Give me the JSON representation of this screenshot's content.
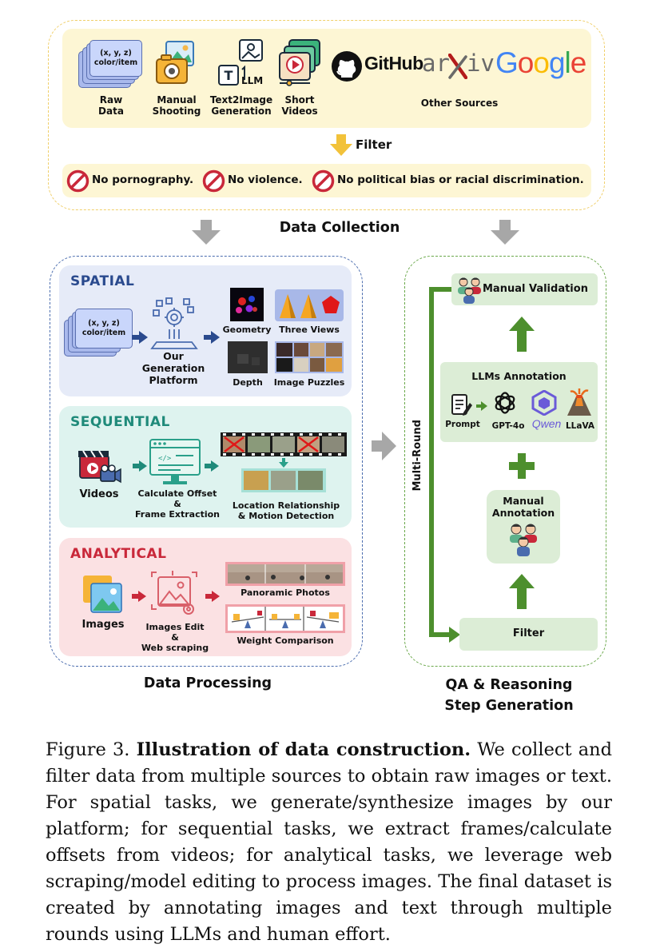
{
  "collection": {
    "sources": [
      {
        "label": "Raw\nData",
        "icon": "stacked-cards-icon"
      },
      {
        "label": "Manual\nShooting",
        "icon": "camera-icon"
      },
      {
        "label": "Text2Image\nGeneration",
        "icon": "text2image-icon"
      },
      {
        "label": "Short\nVideos",
        "icon": "video-icon"
      }
    ],
    "card_text": "(x, y, z)\ncolor/item",
    "other_sources": {
      "github": "GitHub",
      "arxiv_left": "ar",
      "arxiv_right": "iv",
      "google": "Google",
      "label": "Other Sources"
    },
    "llm_tag": "LLM",
    "filter_label": "Filter",
    "rules": [
      "No pornography.",
      "No violence.",
      "No political bias or racial discrimination."
    ],
    "section_label": "Data Collection"
  },
  "processing": {
    "label": "Data Processing",
    "spatial": {
      "title": "SPATIAL",
      "card_text": "(x, y, z)\ncolor/item",
      "platform": "Our\nGeneration\nPlatform",
      "outputs": [
        "Geometry",
        "Three Views",
        "Depth",
        "Image Puzzles"
      ]
    },
    "sequential": {
      "title": "SEQUENTIAL",
      "input": "Videos",
      "step": "Calculate Offset\n&\nFrame Extraction",
      "output": "Location Relationship\n& Motion Detection"
    },
    "analytical": {
      "title": "ANALYTICAL",
      "input": "Images",
      "step": "Images Edit\n&\nWeb scraping",
      "outputs": [
        "Panoramic Photos",
        "Weight Comparison"
      ]
    }
  },
  "qa": {
    "label": "QA & Reasoning\nStep Generation",
    "multi_round": "Multi-Round",
    "manual_validation": "Manual Validation",
    "llms_annotation": "LLMs Annotation",
    "models": [
      "Prompt",
      "GPT-4o",
      "Qwen",
      "LLaVA"
    ],
    "manual_annotation": "Manual\nAnnotation",
    "filter": "Filter"
  },
  "caption": {
    "prefix": "Figure 3.",
    "bold": "Illustration of data construction.",
    "text": "We collect and filter data from multiple sources to obtain raw images or text. For spatial tasks, we generate/synthesize images by our platform; for sequential tasks, we extract frames/calculate offsets from videos; for analytical tasks, we leverage web scraping/model editing to process images. The final dataset is created by annotating images and text through multiple rounds using LLMs and human effort."
  },
  "colors": {
    "collection_bg": "#fdf6d4",
    "spatial_bg": "#e6ebf8",
    "spatial_title": "#2a4a8e",
    "sequential_bg": "#def3ef",
    "sequential_title": "#1f8a7a",
    "analytical_bg": "#fbe1e3",
    "analytical_title": "#c9283a",
    "qa_box": "#dcedd6",
    "green_arrow": "#4d8f2d",
    "forbid": "#c9283a"
  }
}
